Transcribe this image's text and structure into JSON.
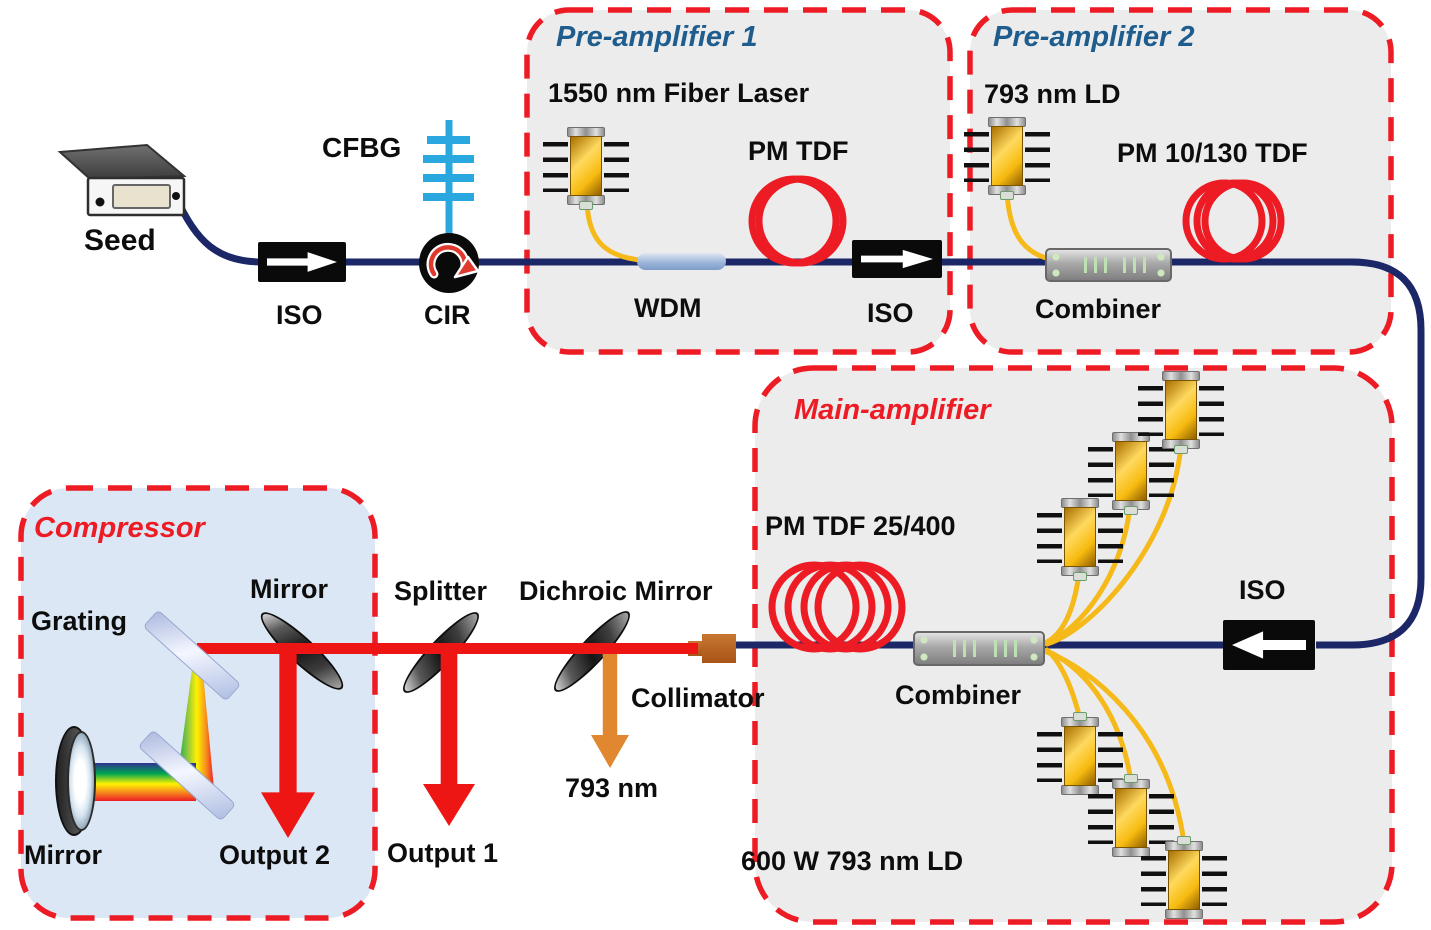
{
  "colors": {
    "accent_red": "#ed1c24",
    "fiber_navy": "#1b2766",
    "fiber_yellow": "#f5b91a",
    "title_blue": "#1e5d8d",
    "pump_orange": "#e0872f",
    "amp_box_fill": "#ececec",
    "compressor_fill": "#dbe7f5"
  },
  "seed": {
    "label": "Seed"
  },
  "input_stage": {
    "iso": "ISO",
    "cfbg": "CFBG",
    "cir": "CIR"
  },
  "preamp1": {
    "title": "Pre-amplifier 1",
    "pump": "1550 nm Fiber Laser",
    "fiber_coil": "PM TDF",
    "wdm": "WDM",
    "iso": "ISO"
  },
  "preamp2": {
    "title": "Pre-amplifier 2",
    "pump": "793 nm LD",
    "fiber_coil": "PM 10/130 TDF",
    "combiner": "Combiner"
  },
  "main_amp": {
    "title": "Main-amplifier",
    "fiber_coil": "PM TDF 25/400",
    "combiner": "Combiner",
    "iso": "ISO",
    "pump_bank": "600 W 793 nm LD"
  },
  "free_space": {
    "collimator": "Collimator",
    "dichroic": "Dichroic Mirror",
    "splitter": "Splitter",
    "pump_out": "793 nm",
    "output1": "Output 1"
  },
  "compressor": {
    "title": "Compressor",
    "grating": "Grating",
    "mirror_top": "Mirror",
    "mirror_bottom": "Mirror",
    "output2": "Output 2"
  }
}
